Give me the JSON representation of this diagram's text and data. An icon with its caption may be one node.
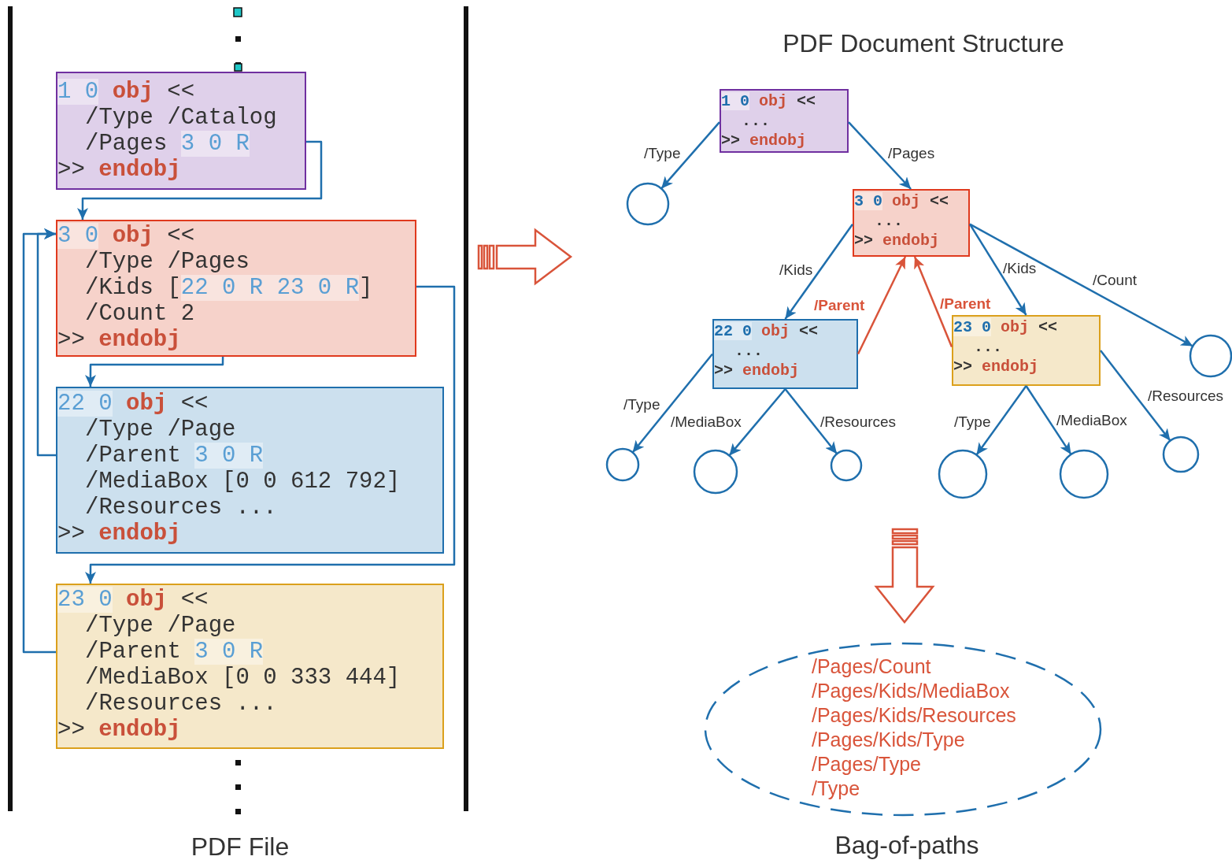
{
  "diagram": {
    "nodes": [
      {
        "text": [
          "1 0 obj <<",
          "/Type /Catalog",
          "/Pages 3 0 R",
          ">> endobj"
        ]
      },
      {
        "text": [
          "3 0 obj <<",
          "/Type /Pages",
          "/Kids [22 0 R 23 0 R]",
          "/Count 2",
          ">> endobj"
        ]
      },
      {
        "text": [
          "22 0 obj <<",
          "/Type /Page",
          "/Parent 3 0 R",
          "/MediaBox [0 0 612 792]",
          "/Resources ...",
          ">> endobj"
        ]
      },
      {
        "text": [
          "23 0 obj <<",
          "/Type /Page",
          "/Parent 3 0 R",
          "/MediaBox [0 0 333 444]",
          "/Resources ...",
          ">> endobj"
        ]
      },
      {
        "text": [
          "1 0 obj <<",
          "...",
          ">> endobj"
        ]
      },
      {
        "text": [],
        "shape": "circle"
      },
      {
        "text": [
          "3 0 obj <<",
          "...",
          ">> endobj"
        ]
      },
      {
        "text": [
          "22 0 obj <<",
          "...",
          ">> endobj"
        ]
      },
      {
        "text": [
          "23 0 obj <<",
          "...",
          ">> endobj"
        ]
      },
      {
        "text": [],
        "shape": "circle"
      },
      {
        "text": [],
        "shape": "circle"
      },
      {
        "text": [],
        "shape": "circle"
      },
      {
        "text": [],
        "shape": "circle"
      },
      {
        "text": [],
        "shape": "circle"
      },
      {
        "text": [],
        "shape": "circle"
      },
      {
        "text": [],
        "shape": "circle"
      },
      {
        "text": [
          "/Pages/Count",
          "/Pages/Kids/MediaBox",
          "/Pages/Kids/Resources",
          "/Pages/Kids/Type",
          "/Pages/Type",
          "/Type"
        ]
      }
    ],
    "edges": [
      {
        "from": 0,
        "to": 1,
        "arrow": "to"
      },
      {
        "from": 1,
        "to": 2,
        "arrow": "to"
      },
      {
        "from": 1,
        "to": 3,
        "arrow": "to"
      },
      {
        "from": 2,
        "to": 1,
        "arrow": "to"
      },
      {
        "from": 3,
        "to": 1,
        "arrow": "to"
      },
      {
        "from": 4,
        "to": 5,
        "arrow": "to",
        "label": "/Type"
      },
      {
        "from": 4,
        "to": 6,
        "arrow": "to",
        "label": "/Pages"
      },
      {
        "from": 6,
        "to": 7,
        "arrow": "to",
        "label": "/Kids"
      },
      {
        "from": 6,
        "to": 8,
        "arrow": "to",
        "label": "/Kids"
      },
      {
        "from": 6,
        "to": 9,
        "arrow": "to",
        "label": "/Count"
      },
      {
        "from": 7,
        "to": 6,
        "arrow": "to",
        "label": "/Parent",
        "color": "#d9543a"
      },
      {
        "from": 8,
        "to": 6,
        "arrow": "to",
        "label": "/Parent",
        "color": "#d9543a"
      },
      {
        "from": 7,
        "to": 10,
        "arrow": "to",
        "label": "/Type"
      },
      {
        "from": 7,
        "to": 11,
        "arrow": "to",
        "label": "/MediaBox"
      },
      {
        "from": 7,
        "to": 12,
        "arrow": "to",
        "label": "/Resources"
      },
      {
        "from": 8,
        "to": 13,
        "arrow": "to",
        "label": "/Type"
      },
      {
        "from": 8,
        "to": 14,
        "arrow": "to",
        "label": "/MediaBox"
      },
      {
        "from": 8,
        "to": 15,
        "arrow": "to",
        "label": "/Resources"
      }
    ],
    "labels": [
      "PDF Document Structure",
      "PDF File",
      "Bag-of-paths"
    ]
  }
}
